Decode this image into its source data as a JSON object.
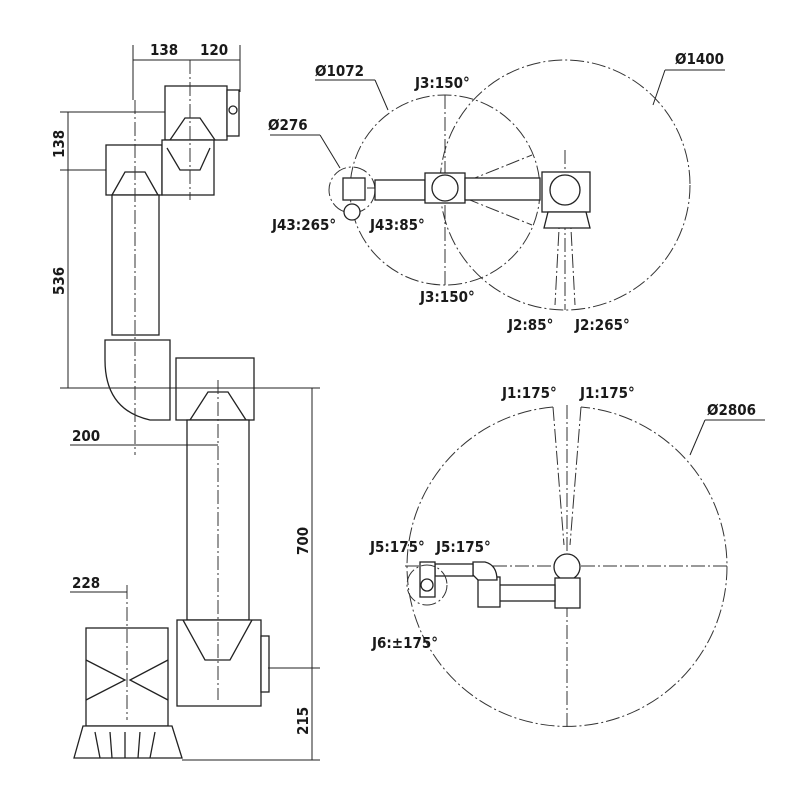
{
  "side_view": {
    "dims": {
      "d138_top": "138",
      "d120": "120",
      "d138_left": "138",
      "d536": "536",
      "d200": "200",
      "d228": "228",
      "d700": "700",
      "d215": "215"
    }
  },
  "top_view": {
    "dia_1072": "Ø1072",
    "dia_1400": "Ø1400",
    "dia_276": "Ø276",
    "j3_top": "J3:150°",
    "j3_bottom": "J3:150°",
    "j43_left": "J43:265°",
    "j43_right": "J43:85°",
    "j2_left": "J2:85°",
    "j2_right": "J2:265°"
  },
  "plan_view": {
    "j1_left": "J1:175°",
    "j1_right": "J1:175°",
    "dia_2806": "Ø2806",
    "j5_left": "J5:175°",
    "j5_right": "J5:175°",
    "j6": "J6:±175°"
  }
}
